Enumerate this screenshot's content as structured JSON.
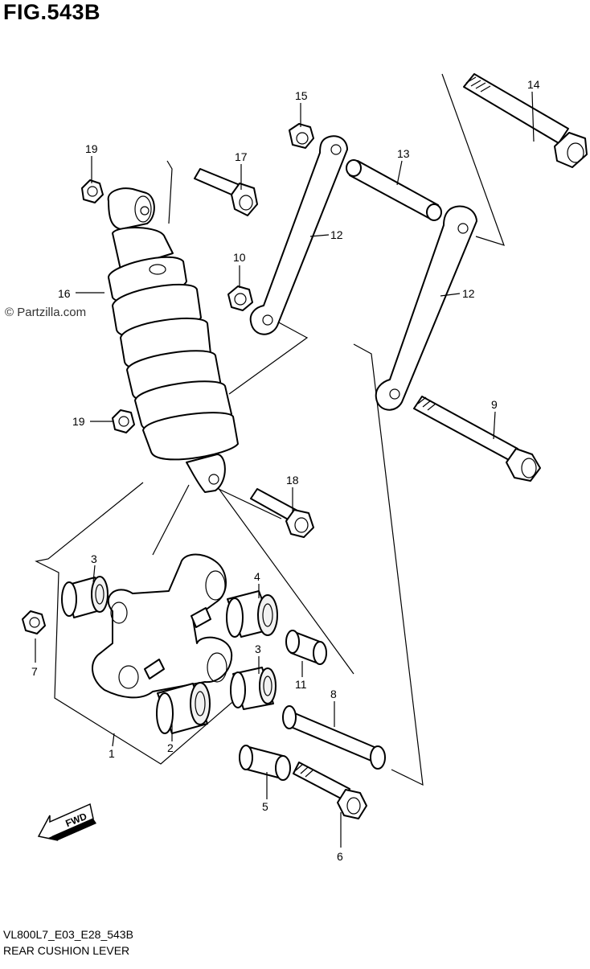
{
  "figure": {
    "title": "FIG.543B",
    "watermark": "© Partzilla.com",
    "code": "VL800L7_E03_E28_543B",
    "description": "REAR CUSHION LEVER"
  },
  "fwd_label": "FWD",
  "callouts": [
    {
      "id": "c14",
      "label": "14"
    },
    {
      "id": "c15",
      "label": "15"
    },
    {
      "id": "c13",
      "label": "13"
    },
    {
      "id": "c19a",
      "label": "19"
    },
    {
      "id": "c17",
      "label": "17"
    },
    {
      "id": "c12a",
      "label": "12"
    },
    {
      "id": "c10",
      "label": "10"
    },
    {
      "id": "c12b",
      "label": "12"
    },
    {
      "id": "c16",
      "label": "16"
    },
    {
      "id": "c9",
      "label": "9"
    },
    {
      "id": "c19b",
      "label": "19"
    },
    {
      "id": "c18",
      "label": "18"
    },
    {
      "id": "c3a",
      "label": "3"
    },
    {
      "id": "c4",
      "label": "4"
    },
    {
      "id": "c7",
      "label": "7"
    },
    {
      "id": "c3b",
      "label": "3"
    },
    {
      "id": "c11",
      "label": "11"
    },
    {
      "id": "c8",
      "label": "8"
    },
    {
      "id": "c1",
      "label": "1"
    },
    {
      "id": "c2",
      "label": "2"
    },
    {
      "id": "c5",
      "label": "5"
    },
    {
      "id": "c6",
      "label": "6"
    }
  ]
}
